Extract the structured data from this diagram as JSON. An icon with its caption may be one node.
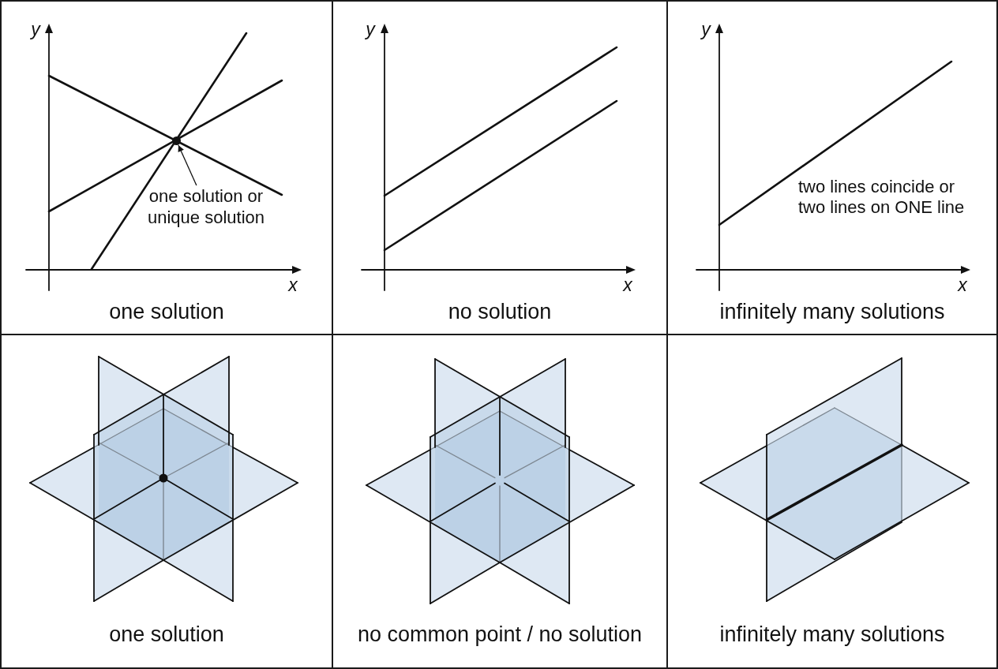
{
  "diagram": {
    "nodes": [
      {
        "text": [
          "one solution"
        ]
      },
      {
        "text": [],
        "shape": "circle",
        "in": 0
      },
      {
        "text": [
          "one solution or unique solution"
        ],
        "in": 0
      },
      {
        "text": [
          "no solution"
        ]
      },
      {
        "text": [
          "infinitely many solutions"
        ]
      },
      {
        "text": [
          "one solution"
        ]
      },
      {
        "text": [
          "no common point / no solution"
        ]
      },
      {
        "text": [
          "infinitely many solutions"
        ]
      }
    ],
    "edges": [
      {
        "from": 2,
        "to": 1,
        "arrow": "to"
      }
    ],
    "labels": [
      "y",
      "x",
      "y",
      "x",
      "y",
      "two lines coincide or two lines on ONE line",
      "x"
    ]
  }
}
